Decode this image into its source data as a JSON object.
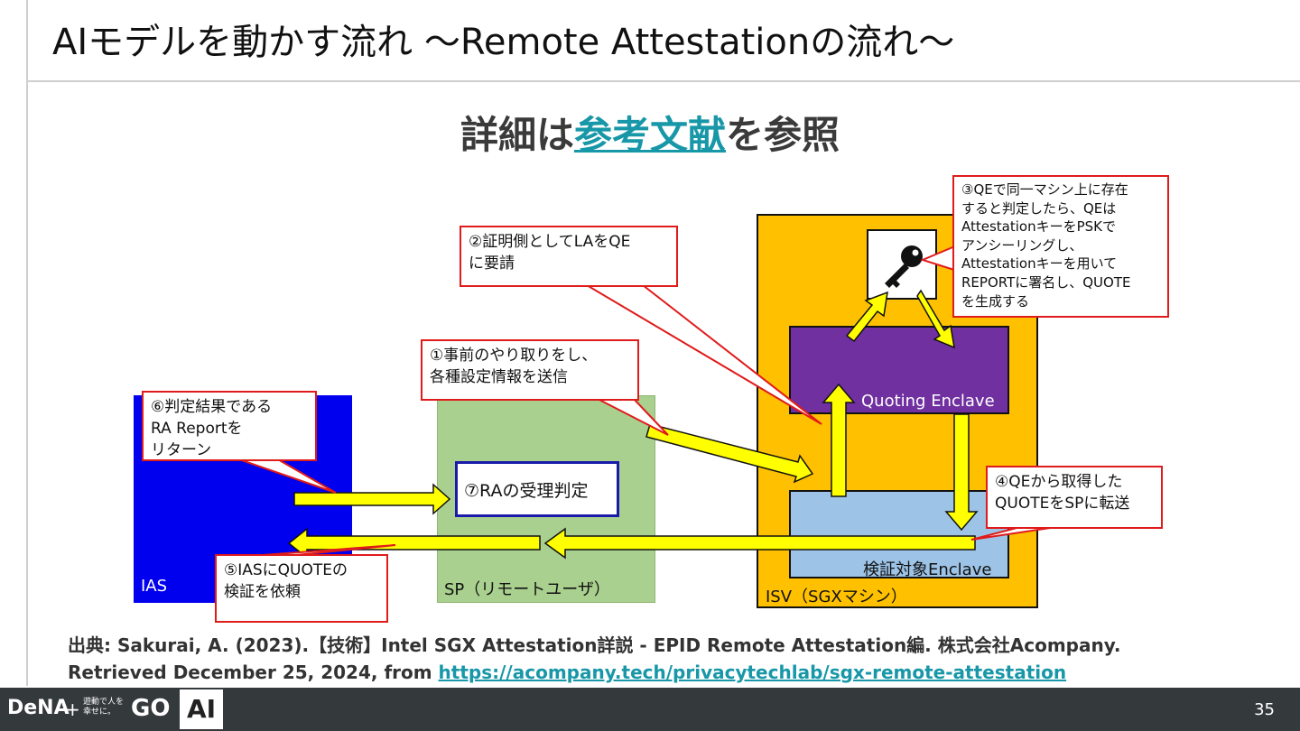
{
  "slide": {
    "title": "AIモデルを動かす流れ 〜Remote Attestationの流れ〜",
    "page_number": "35"
  },
  "headline": {
    "prefix": "詳細は",
    "link": "参考文献",
    "suffix": "を参照"
  },
  "diagram": {
    "ias_label": "IAS",
    "sp_label": "SP（リモートユーザ）",
    "sp_inner_label": "⑦RAの受理判定",
    "isv_label": "ISV（SGXマシン）",
    "qe_label": "Quoting Enclave",
    "target_label": "検証対象Enclave",
    "key_icon": "key-icon",
    "callouts": {
      "c1": [
        "①事前のやり取りをし、",
        "各種設定情報を送信"
      ],
      "c2": [
        "②証明側としてLAをQE",
        "に要請"
      ],
      "c3": [
        "③QEで同一マシン上に存在",
        "すると判定したら、QEは",
        "AttestationキーをPSKで",
        "アンシーリングし、",
        "Attestationキーを用いて",
        "REPORTに署名し、QUOTE",
        "を生成する"
      ],
      "c4": [
        "④QEから取得した",
        "QUOTEをSPに転送"
      ],
      "c5": [
        "⑤IASにQUOTEの",
        "検証を依頼"
      ],
      "c6": [
        "⑥判定結果である",
        "RA Reportを",
        "リターン"
      ]
    },
    "colors": {
      "ias": "#0000ee",
      "sp": "#a9d08e",
      "isv": "#ffc000",
      "qe": "#7030a0",
      "target": "#9dc3e6",
      "arrow": "#ffff00",
      "callout_border": "#e01b1b"
    }
  },
  "citation": {
    "line1": "出典: Sakurai, A. (2023).【技術】Intel SGX Attestation詳説 - EPID Remote Attestation編. 株式会社Acompany.",
    "line2_prefix": "Retrieved December 25, 2024, from ",
    "url": "https://acompany.tech/privacytechlab/sgx-remote-attestation"
  },
  "footer": {
    "brand": "DeNA",
    "plus": "+",
    "slogan": "遊動で人を幸せに。",
    "go": "GO",
    "ai": "AI"
  }
}
